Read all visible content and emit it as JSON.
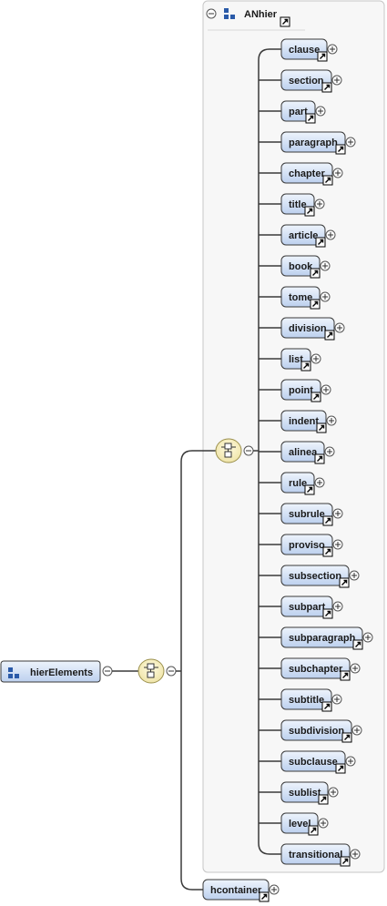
{
  "root": {
    "label": "hierElements"
  },
  "group": {
    "label": "ANhier"
  },
  "group_elements": [
    "clause",
    "section",
    "part",
    "paragraph",
    "chapter",
    "title",
    "article",
    "book",
    "tome",
    "division",
    "list",
    "point",
    "indent",
    "alinea",
    "rule",
    "subrule",
    "proviso",
    "subsection",
    "subpart",
    "subparagraph",
    "subchapter",
    "subtitle",
    "subdivision",
    "subclause",
    "sublist",
    "level",
    "transitional"
  ],
  "extra_element": "hcontainer",
  "colors": {
    "element_fill_top": "#e8f0fb",
    "element_fill_bottom": "#bfd2ee",
    "compositor_fill": "#f7f1c4",
    "group_box": "#f7f7f7"
  }
}
